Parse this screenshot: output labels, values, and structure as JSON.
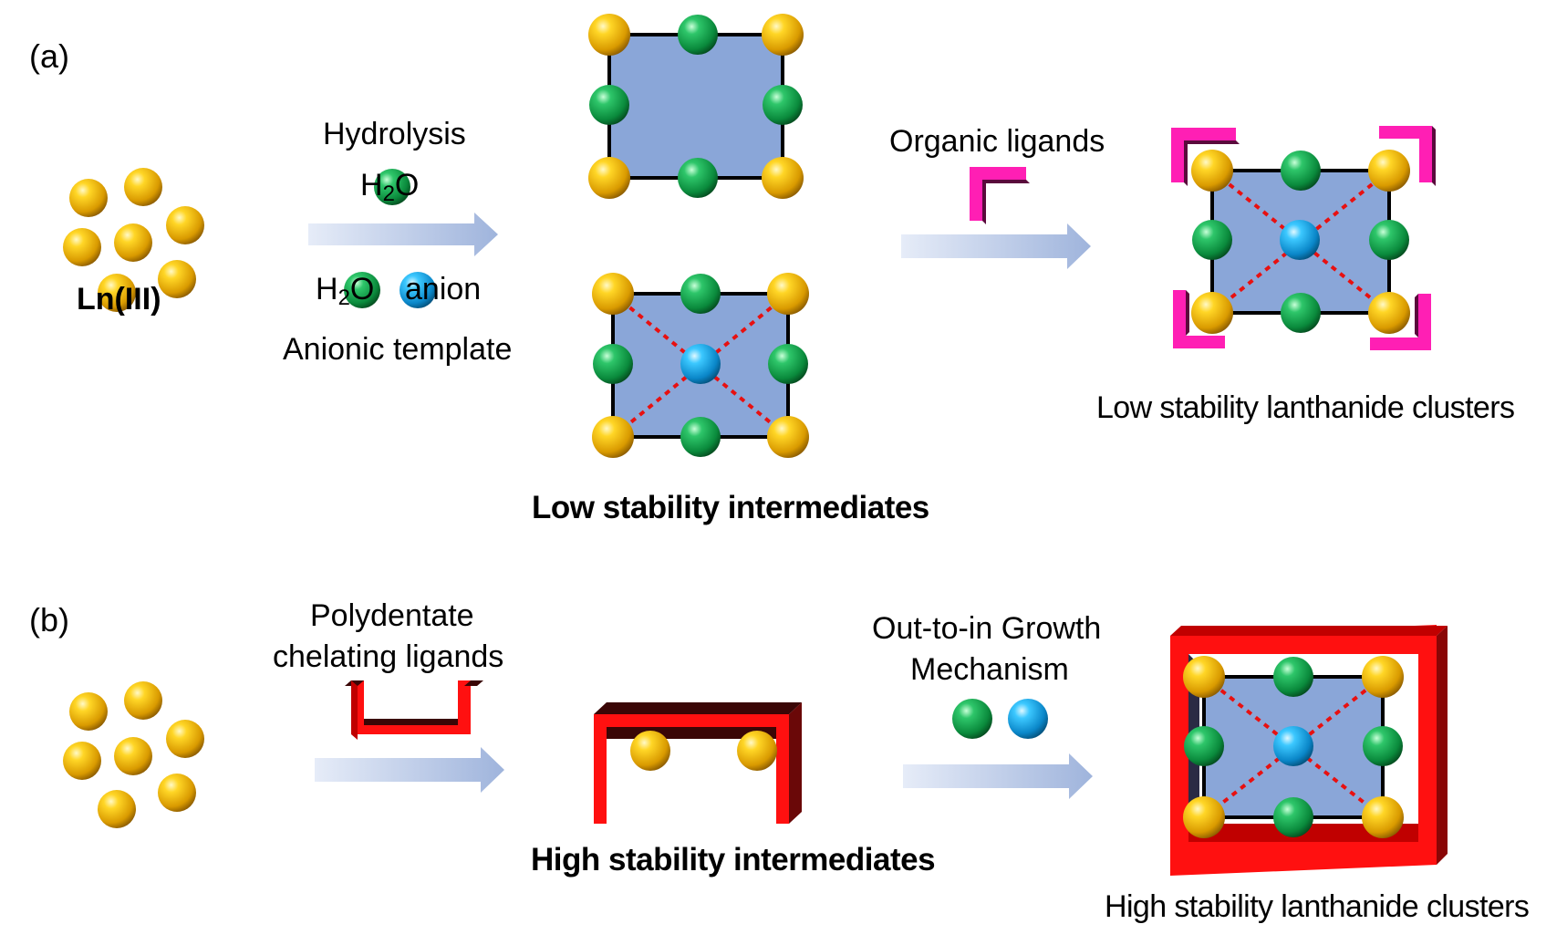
{
  "panel_a": {
    "label": "(a)",
    "ln_label": "Ln(III)",
    "hydrolysis": "Hydrolysis",
    "h2o_h": "H",
    "h2o_sub": "2",
    "h2o_o": "O",
    "anion": "anion",
    "anionic_template": "Anionic template",
    "intermediates": "Low stability intermediates",
    "organic_ligands": "Organic ligands",
    "result": "Low stability lanthanide clusters"
  },
  "panel_b": {
    "label": "(b)",
    "chelating_line1": "Polydentate",
    "chelating_line2": "chelating ligands",
    "intermediates": "High stability intermediates",
    "growth_line1": "Out-to-in Growth",
    "growth_line2": "Mechanism",
    "result": "High stability lanthanide clusters"
  },
  "colors": {
    "ln_ion": "#e8b800",
    "water": "#10a040",
    "anion": "#18a8e8",
    "square_fill": "#8aa6d8",
    "organic_ligand": "#ff1fb4",
    "chelating_ligand": "#ff1010",
    "dashed_line": "#e81010"
  }
}
